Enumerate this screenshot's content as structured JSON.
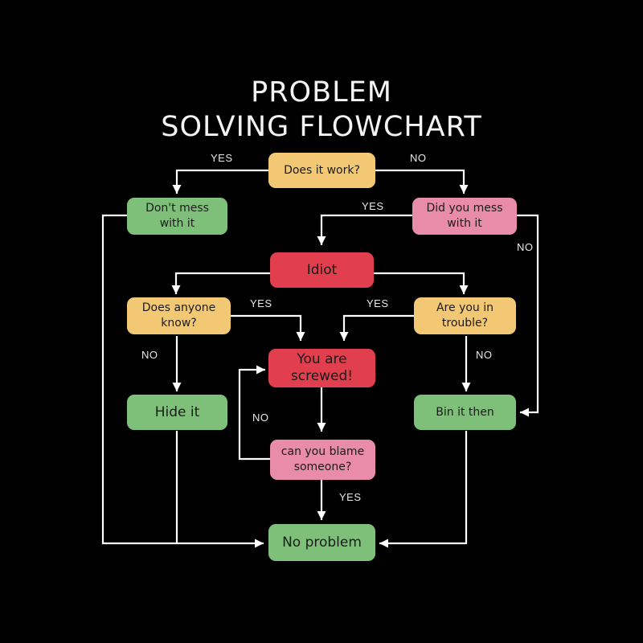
{
  "title": [
    "PROBLEM",
    "SOLVING FLOWCHART"
  ],
  "colors": {
    "background": "#000000",
    "line": "#ffffff",
    "question_yellow": "#f3c874",
    "question_pink": "#e88ca9",
    "alert_red": "#e13f4d",
    "outcome_green": "#7ec07a"
  },
  "nodes": {
    "does_it_work": "Does it work?",
    "dont_mess": "Don't mess\nwith it",
    "did_you_mess": "Did you mess\nwith it",
    "idiot": "Idiot",
    "does_anyone_know": "Does anyone\nknow?",
    "in_trouble": "Are you in\ntrouble?",
    "screwed": "You are\nscrewed!",
    "hide_it": "Hide it",
    "bin_it": "Bin it then",
    "blame": "can you blame\nsomeone?",
    "no_problem": "No problem"
  },
  "labels": {
    "yes_top": "YES",
    "no_top": "NO",
    "yes_mess": "YES",
    "no_mess": "NO",
    "yes_anyone": "YES",
    "yes_trouble": "YES",
    "no_anyone": "NO",
    "no_trouble": "NO",
    "no_blame": "NO",
    "yes_blame": "YES"
  }
}
